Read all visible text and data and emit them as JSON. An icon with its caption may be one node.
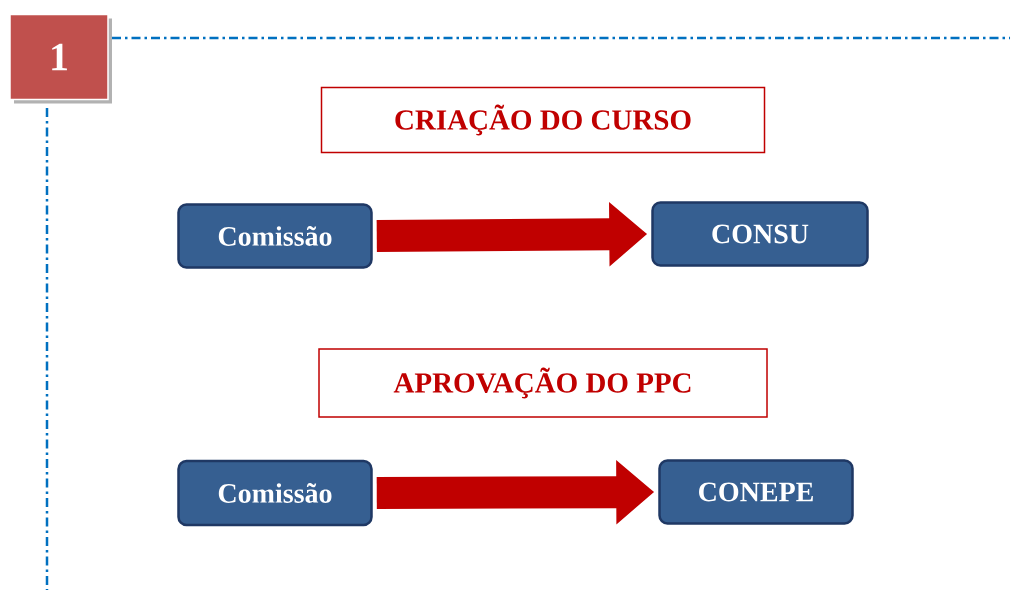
{
  "diagram": {
    "nodes": [
      {
        "text": [
          "1"
        ]
      },
      {
        "text": [
          "CRIAÇÃO DO CURSO"
        ]
      },
      {
        "text": [
          "Comissão"
        ]
      },
      {
        "text": [
          "CONSU"
        ]
      },
      {
        "text": [
          "APROVAÇÃO DO PPC"
        ]
      },
      {
        "text": [
          "Comissão"
        ]
      },
      {
        "text": [
          "CONEPE"
        ]
      }
    ],
    "edges": [
      {
        "from": 2,
        "to": 3,
        "arrow": "to"
      },
      {
        "from": 5,
        "to": 6,
        "arrow": "to"
      }
    ]
  }
}
